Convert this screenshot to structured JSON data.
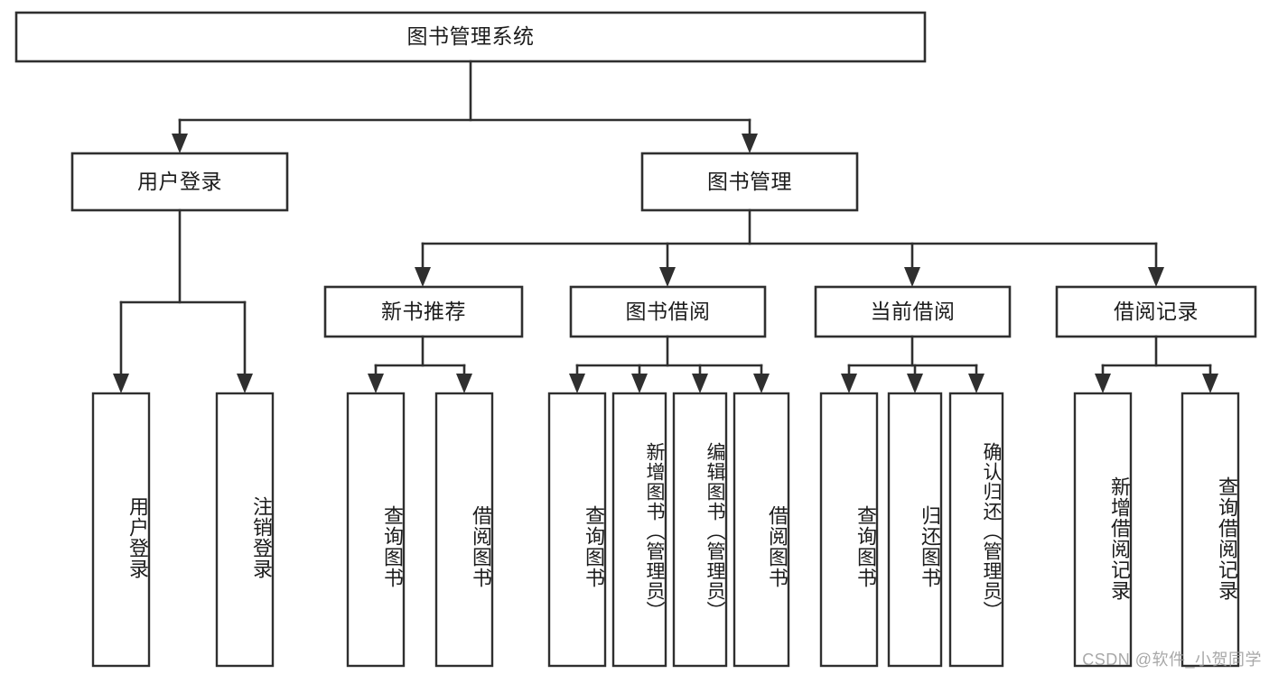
{
  "diagram": {
    "title": "图书管理系统",
    "type": "tree-hierarchy-chart",
    "root": {
      "label": "图书管理系统"
    },
    "level2": [
      {
        "label": "用户登录"
      },
      {
        "label": "图书管理"
      }
    ],
    "level3": [
      {
        "label": "新书推荐"
      },
      {
        "label": "图书借阅"
      },
      {
        "label": "当前借阅"
      },
      {
        "label": "借阅记录"
      }
    ],
    "leaves_user_login": [
      {
        "label": "用户登录"
      },
      {
        "label": "注销登录"
      }
    ],
    "leaves_new_book": [
      {
        "label": "查询图书"
      },
      {
        "label": "借阅图书"
      }
    ],
    "leaves_book_borrow": [
      {
        "label": "查询图书"
      },
      {
        "label": "新增图书（管理员）"
      },
      {
        "label": "编辑图书（管理员）"
      },
      {
        "label": "借阅图书"
      }
    ],
    "leaves_current_borrow": [
      {
        "label": "查询图书"
      },
      {
        "label": "归还图书"
      },
      {
        "label": "确认归还（管理员）"
      }
    ],
    "leaves_borrow_record": [
      {
        "label": "新增借阅记录"
      },
      {
        "label": "查询借阅记录"
      }
    ]
  },
  "watermark": {
    "text": "CSDN @软件_小贺同学"
  },
  "colors": {
    "stroke": "#2f2f2f",
    "fill": "#ffffff",
    "text": "#1c1c1c",
    "watermark": "#9a9a9a"
  }
}
